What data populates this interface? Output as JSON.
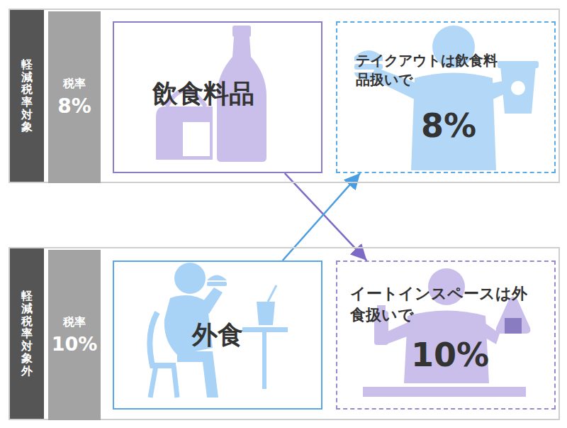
{
  "diagram": {
    "nodes": [
      {
        "text": [
          "軽減税率対象"
        ]
      },
      {
        "text": [
          "税率",
          "8%"
        ],
        "in": 0
      },
      {
        "text": [
          "飲食料品"
        ],
        "in": 0
      },
      {
        "text": [
          "テイクアウトは飲食料品扱いで",
          "8%"
        ],
        "in": 0
      },
      {
        "text": [
          "軽減税率対象外"
        ]
      },
      {
        "text": [
          "税率",
          "10%"
        ],
        "in": 4
      },
      {
        "text": [
          "外食"
        ],
        "in": 4
      },
      {
        "text": [
          "イートインスペースは外食扱いで",
          "10%"
        ],
        "in": 4
      }
    ],
    "edges": [
      {
        "from": 2,
        "to": 7,
        "arrow": "to"
      },
      {
        "from": 6,
        "to": 3,
        "arrow": "to"
      }
    ]
  }
}
